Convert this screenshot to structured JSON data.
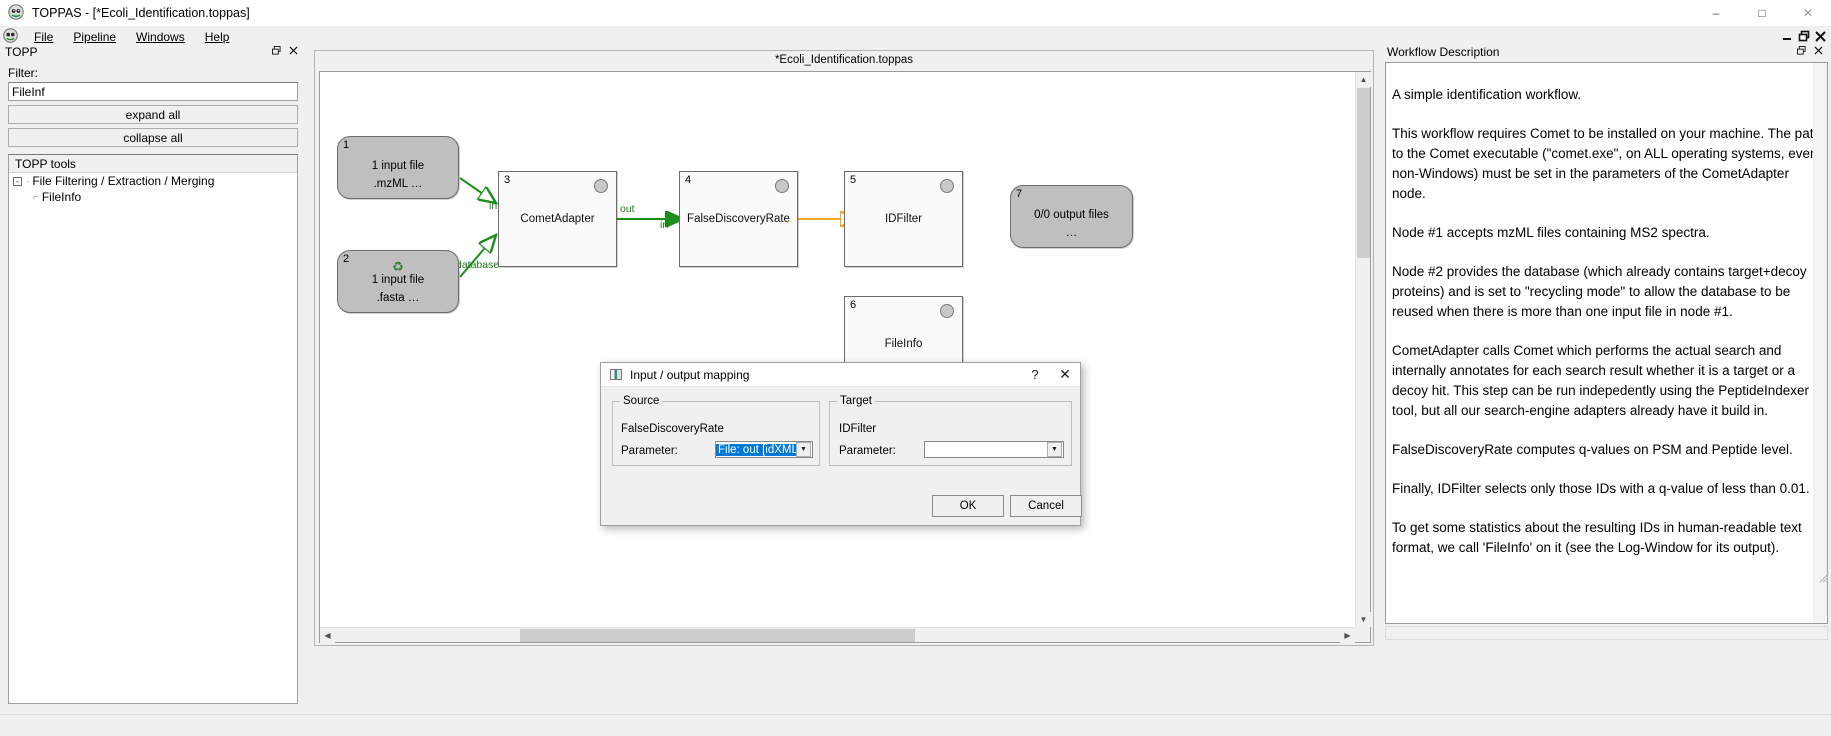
{
  "window": {
    "title": "TOPPAS - [*Ecoli_Identification.toppas]",
    "app_icon": "toppas-icon",
    "minimize": "–",
    "maximize": "□",
    "close": "✕"
  },
  "menubar": {
    "items": [
      {
        "label": "File",
        "mnemonic": "F"
      },
      {
        "label": "Pipeline",
        "mnemonic": "P"
      },
      {
        "label": "Windows",
        "mnemonic": "W"
      },
      {
        "label": "Help",
        "mnemonic": "H"
      }
    ],
    "mdi_controls": {
      "minimize": "_",
      "restore": "❐",
      "close": "✕"
    }
  },
  "left_dock": {
    "title": "TOPP",
    "float_button": "❐",
    "close_button": "✕",
    "filter_label": "Filter:",
    "filter_value": "FileInf",
    "filter_placeholder": "",
    "expand_all": "expand all",
    "collapse_all": "collapse all",
    "tree_header": "TOPP tools",
    "tree": [
      {
        "label": "File Filtering / Extraction / Merging",
        "expander": "-"
      },
      {
        "label": "FileInfo"
      }
    ]
  },
  "center": {
    "sub_window_title": "*Ecoli_Identification.toppas",
    "float_button": "❐",
    "close_button": "✕",
    "scroll": {
      "up": "▲",
      "down": "▼",
      "left": "◀",
      "right": "▶"
    },
    "nodes": [
      {
        "num": "1",
        "type": "input",
        "line1": "1 input file",
        "line2": ".mzML …",
        "recycle": ""
      },
      {
        "num": "2",
        "type": "input",
        "line1": "1 input file",
        "line2": ".fasta …",
        "recycle": "♻"
      },
      {
        "num": "3",
        "type": "tool",
        "label": "CometAdapter"
      },
      {
        "num": "4",
        "type": "tool",
        "label": "FalseDiscoveryRate"
      },
      {
        "num": "5",
        "type": "tool",
        "label": "IDFilter"
      },
      {
        "num": "6",
        "type": "tool",
        "label": "FileInfo"
      },
      {
        "num": "7",
        "type": "output",
        "line1": "0/0 output files",
        "line2": "…",
        "recycle": ""
      }
    ],
    "edges": [
      {
        "from": "1",
        "to": "3",
        "label_out": "",
        "label_in": "in",
        "color": "#1a8f1a"
      },
      {
        "from": "2",
        "to": "3",
        "label_out": "",
        "label_in": "database",
        "color": "#1a8f1a"
      },
      {
        "from": "3",
        "to": "4",
        "label_out": "out",
        "label_in": "in",
        "color": "#1a8f1a"
      },
      {
        "from": "4",
        "to": "5",
        "label_out": "",
        "label_in": "",
        "color": "#f5a623"
      }
    ]
  },
  "dialog": {
    "title": "Input / output mapping",
    "icon": "mapping-icon",
    "help_button": "?",
    "close_button": "✕",
    "source": {
      "group_title": "Source",
      "node_name": "FalseDiscoveryRate",
      "parameter_label": "Parameter:",
      "parameter_value": "File: out [idXML]",
      "arrow": "▼"
    },
    "target": {
      "group_title": "Target",
      "node_name": "IDFilter",
      "parameter_label": "Parameter:",
      "parameter_value": "",
      "arrow": "▼"
    },
    "ok": "OK",
    "cancel": "Cancel"
  },
  "right_dock": {
    "title": "Workflow Description",
    "float_button": "❐",
    "close_button": "✕",
    "paragraphs": [
      "A simple identification workflow.",
      "This workflow requires Comet to be installed on your machine. The path to the Comet executable (\"comet.exe\", on ALL operating systems, even non-Windows) must be set in the parameters of the CometAdapter node.",
      "Node #1 accepts mzML files containing MS2 spectra.",
      "Node #2 provides the database (which already contains target+decoy proteins) and is set to \"recycling mode\" to allow the database to be reused when there is more than one input file in node #1.",
      "CometAdapter calls Comet which performs the actual search and internally annotates for each search result whether it is a target or a decoy hit. This step can be run indepedently using the PeptideIndexer tool, but all our search-engine adapters already have it build in.",
      "FalseDiscoveryRate computes q-values on PSM and Peptide level.",
      "Finally, IDFilter selects only those IDs with a q-value of less than 0.01.",
      "To get some statistics about the resulting IDs in human-readable text format, we call 'FileInfo' on it (see the Log-Window for its output)."
    ]
  },
  "colors": {
    "edge_green": "#1a8f1a",
    "edge_orange": "#f5a623",
    "selection_blue": "#0078d7",
    "node_fill": "#fafafa",
    "io_node_fill": "#bfbfbf",
    "chrome": "#f0f0f0"
  }
}
